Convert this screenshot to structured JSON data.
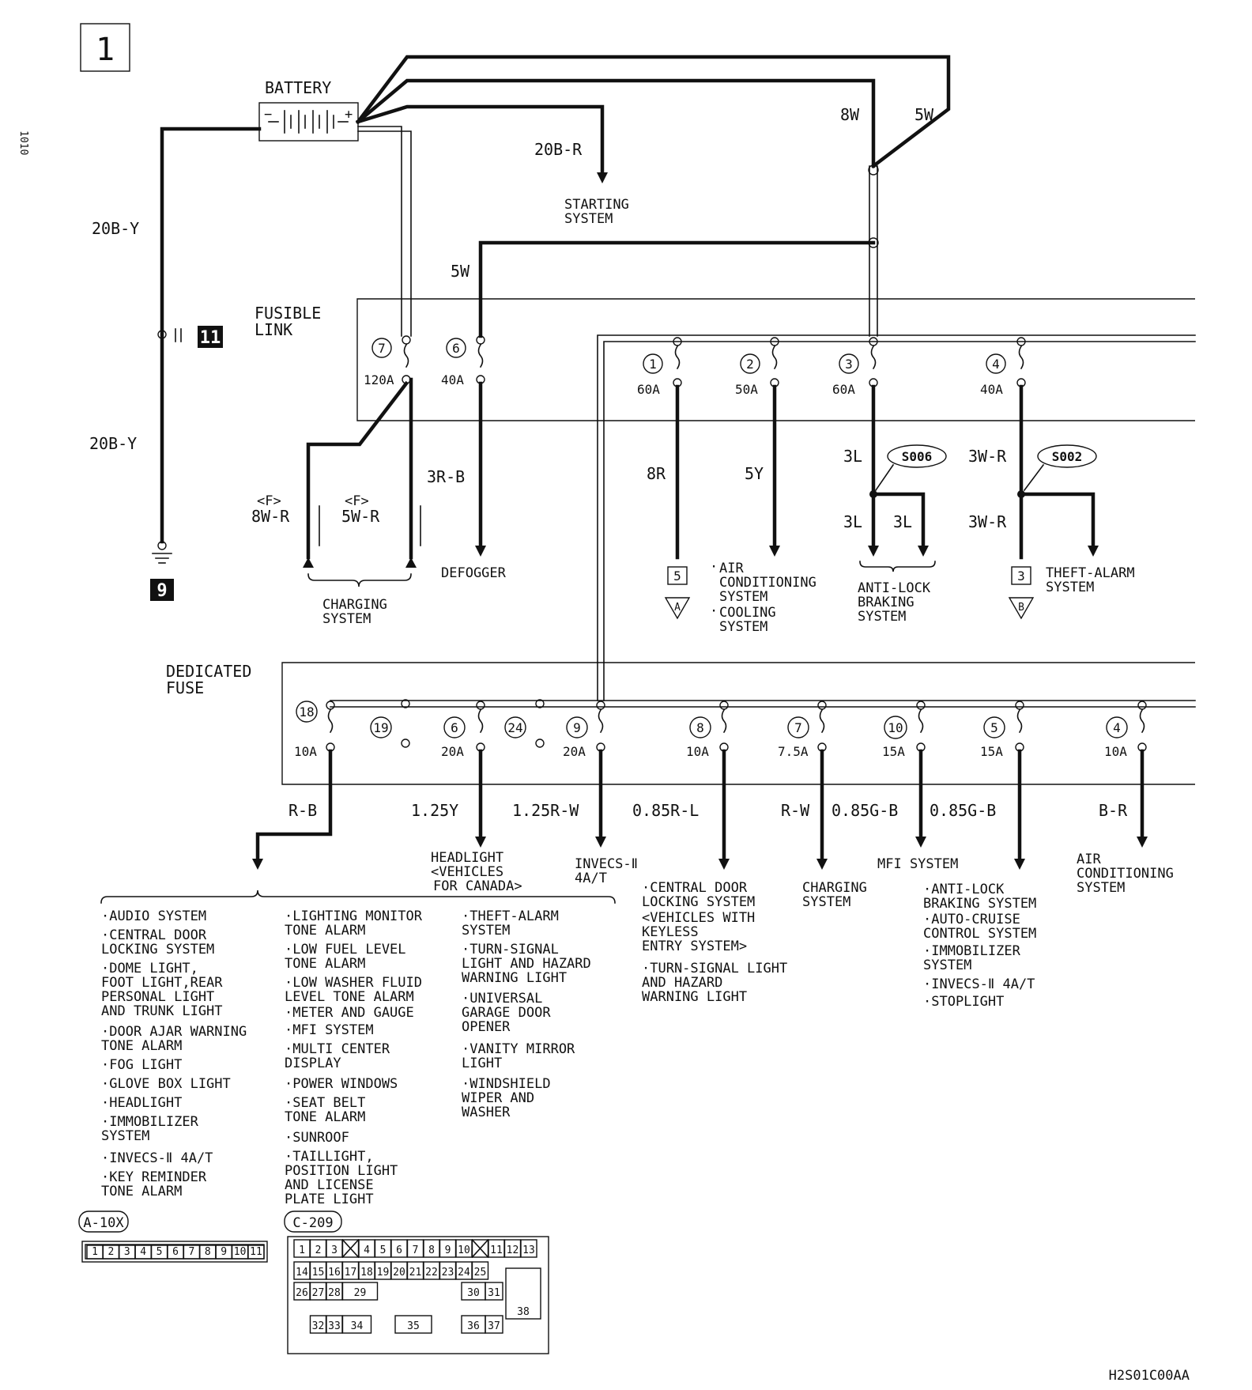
{
  "page_number": "1",
  "side_code": "1010",
  "battery": {
    "label": "BATTERY",
    "minus": "−",
    "plus": "+"
  },
  "ground": {
    "wire_top": "20B-Y",
    "wire_bottom": "20B-Y",
    "connector_badge": "11",
    "ground_badge": "9"
  },
  "top_wires": {
    "w8": "8W",
    "w5": "5W",
    "starting": "20B-R",
    "defog_feed": "5W"
  },
  "starting_system": [
    "STARTING",
    "SYSTEM"
  ],
  "fusible_link": {
    "label": [
      "FUSIBLE",
      "LINK"
    ],
    "fuses": [
      {
        "no": "7",
        "amp": "120A"
      },
      {
        "no": "6",
        "amp": "40A"
      },
      {
        "no": "1",
        "amp": "60A"
      },
      {
        "no": "2",
        "amp": "50A"
      },
      {
        "no": "3",
        "amp": "60A"
      },
      {
        "no": "4",
        "amp": "40A"
      }
    ]
  },
  "charging_left": {
    "f1": "<F>",
    "w1": "8W-R",
    "f2": "<F>",
    "w2": "5W-R",
    "label": [
      "CHARGING",
      "SYSTEM"
    ]
  },
  "defogger": {
    "wire": "3R-B",
    "label": "DEFOGGER"
  },
  "fl_outputs": {
    "f1_wire": "8R",
    "f1_conn": "5",
    "f1_tri": "A",
    "f2_wire": "5Y",
    "f2_items": [
      "AIR",
      "CONDITIONING",
      "SYSTEM",
      "COOLING",
      "SYSTEM"
    ],
    "f3_wire": "3L",
    "f3_splice": "S006",
    "f3_w1": "3L",
    "f3_w2": "3L",
    "f3_label": [
      "ANTI-LOCK",
      "BRAKING",
      "SYSTEM"
    ],
    "f4_wire": "3W-R",
    "f4_splice": "S002",
    "f4_w1": "3W-R",
    "f4_conn": "3",
    "f4_tri": "B",
    "f4_label": [
      "THEFT-ALARM",
      "SYSTEM"
    ]
  },
  "dedicated_fuse": {
    "label": [
      "DEDICATED",
      "FUSE"
    ],
    "fuses": [
      {
        "no": "18",
        "amp": "10A"
      },
      {
        "no": "19",
        "amp": ""
      },
      {
        "no": "6",
        "amp": "20A"
      },
      {
        "no": "24",
        "amp": ""
      },
      {
        "no": "9",
        "amp": "20A"
      },
      {
        "no": "8",
        "amp": "10A"
      },
      {
        "no": "7",
        "amp": "7.5A"
      },
      {
        "no": "10",
        "amp": "15A"
      },
      {
        "no": "5",
        "amp": "15A"
      },
      {
        "no": "4",
        "amp": "10A"
      }
    ]
  },
  "df_wires": [
    "R-B",
    "1.25Y",
    "1.25R-W",
    "0.85R-L",
    "R-W",
    "0.85G-B",
    "0.85G-B",
    "B-R"
  ],
  "df_targets": {
    "headlight": [
      "HEADLIGHT",
      "<VEHICLES",
      "FOR CANADA>"
    ],
    "invecs": [
      "INVECS-Ⅱ",
      "4A/T"
    ],
    "charging": [
      "CHARGING",
      "SYSTEM"
    ],
    "mfi": "MFI SYSTEM",
    "aircon": [
      "AIR",
      "CONDITIONING",
      "SYSTEM"
    ]
  },
  "list_col1": [
    "·AUDIO SYSTEM",
    "·CENTRAL DOOR",
    " LOCKING SYSTEM",
    "·DOME LIGHT,",
    " FOOT LIGHT,REAR",
    " PERSONAL LIGHT",
    " AND TRUNK LIGHT",
    "·DOOR AJAR WARNING",
    " TONE ALARM",
    "·FOG LIGHT",
    "·GLOVE BOX LIGHT",
    "·HEADLIGHT",
    "·IMMOBILIZER",
    " SYSTEM",
    "·INVECS-Ⅱ 4A/T",
    "·KEY REMINDER",
    " TONE ALARM"
  ],
  "list_col2": [
    "·LIGHTING MONITOR",
    " TONE ALARM",
    "·LOW FUEL LEVEL",
    " TONE ALARM",
    "·LOW WASHER FLUID",
    " LEVEL TONE ALARM",
    "·METER AND GAUGE",
    "·MFI SYSTEM",
    "·MULTI CENTER",
    " DISPLAY",
    "·POWER WINDOWS",
    "·SEAT BELT",
    " TONE ALARM",
    "·SUNROOF",
    "·TAILLIGHT,",
    " POSITION LIGHT",
    " AND LICENSE",
    " PLATE LIGHT"
  ],
  "list_col3": [
    "·THEFT-ALARM",
    " SYSTEM",
    "·TURN-SIGNAL",
    " LIGHT AND HAZARD",
    " WARNING LIGHT",
    "·UNIVERSAL",
    " GARAGE DOOR",
    " OPENER",
    "·VANITY MIRROR",
    " LIGHT",
    "·WINDSHIELD",
    " WIPER AND",
    " WASHER"
  ],
  "list_col4": [
    "·CENTRAL DOOR",
    " LOCKING SYSTEM",
    " <VEHICLES WITH",
    "  KEYLESS",
    "  ENTRY SYSTEM>",
    "·TURN-SIGNAL LIGHT",
    " AND HAZARD",
    " WARNING LIGHT"
  ],
  "list_col5": [
    "·ANTI-LOCK",
    " BRAKING SYSTEM",
    "·AUTO-CRUISE",
    " CONTROL SYSTEM",
    "·IMMOBILIZER",
    " SYSTEM",
    "·INVECS-Ⅱ 4A/T",
    "·STOPLIGHT"
  ],
  "connector_a": {
    "label": "A-10X",
    "pins": [
      "1",
      "2",
      "3",
      "4",
      "5",
      "6",
      "7",
      "8",
      "9",
      "10",
      "11"
    ]
  },
  "connector_c": {
    "label": "C-209",
    "row1": [
      "1",
      "2",
      "3",
      "",
      "4",
      "5",
      "6",
      "7",
      "8",
      "9",
      "10",
      "",
      "11",
      "12",
      "13"
    ],
    "row2": [
      "14",
      "15",
      "16",
      "17",
      "18",
      "19",
      "20",
      "21",
      "22",
      "23",
      "24",
      "25"
    ],
    "row3": [
      "26",
      "27",
      "28",
      "29",
      "30",
      "31",
      "38"
    ],
    "row4": [
      "32",
      "33",
      "34",
      "35",
      "36",
      "37"
    ]
  },
  "figure_code": "H2S01C00AA"
}
